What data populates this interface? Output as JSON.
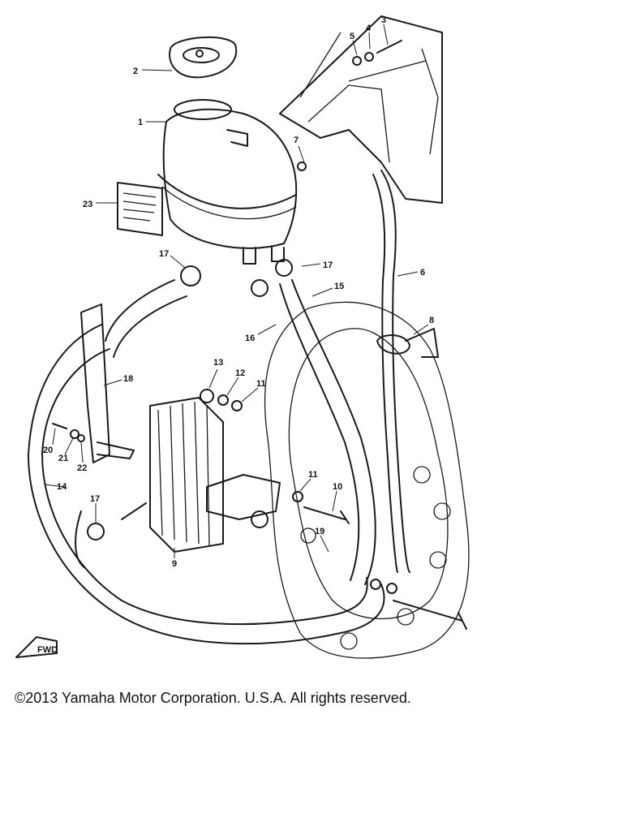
{
  "copyright": "©2013 Yamaha Motor Corporation. U.S.A. All rights reserved.",
  "fwd_mark": "FWD",
  "callouts": [
    "1",
    "2",
    "3",
    "4",
    "5",
    "6",
    "7",
    "8",
    "9",
    "10",
    "11",
    "11",
    "12",
    "13",
    "14",
    "15",
    "16",
    "17",
    "17",
    "17",
    "18",
    "19",
    "20",
    "21",
    "22",
    "23"
  ]
}
